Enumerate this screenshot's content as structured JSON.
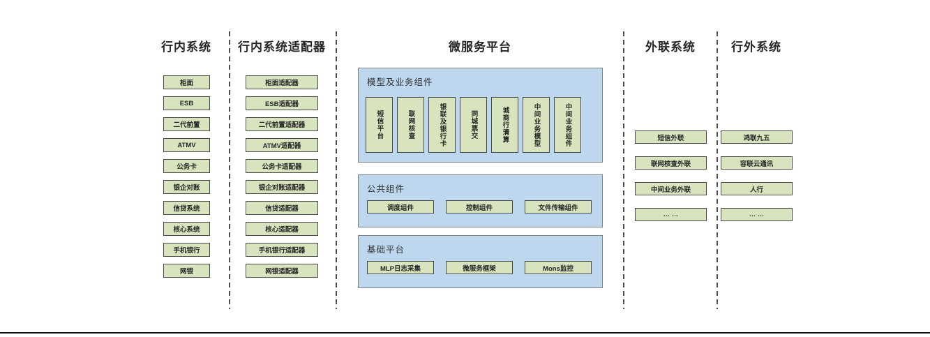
{
  "diagram": {
    "columns": [
      {
        "title": "行内系统",
        "items": [
          "柜面",
          "ESB",
          "二代前置",
          "ATMV",
          "公务卡",
          "银企对账",
          "信贷系统",
          "核心系统",
          "手机银行",
          "网银"
        ]
      },
      {
        "title": "行内系统适配器",
        "items": [
          "柜面适配器",
          "ESB适配器",
          "二代前置适配器",
          "ATMV适配器",
          "公务卡适配器",
          "银企对账适配器",
          "信贷适配器",
          "核心适配器",
          "手机银行适配器",
          "网银适配器"
        ]
      },
      {
        "title": "微服务平台",
        "groups": [
          {
            "title": "模型及业务组件",
            "items": [
              "短信平台",
              "联网核查",
              "银联及银行卡",
              "同城票交",
              "城商行清算",
              "中间业务模型",
              "中间业务组件"
            ]
          },
          {
            "title": "公共组件",
            "items": [
              "调度组件",
              "控制组件",
              "文件传输组件"
            ]
          },
          {
            "title": "基础平台",
            "items": [
              "MLP日志采集",
              "微服务框架",
              "Mons监控"
            ]
          }
        ]
      },
      {
        "title": "外联系统",
        "items": [
          "短信外联",
          "联网核查外联",
          "中间业务外联",
          "… …"
        ]
      },
      {
        "title": "行外系统",
        "items": [
          "鸿联九五",
          "容联云通讯",
          "人行",
          "… …"
        ]
      }
    ],
    "colors": {
      "box_green_bg": "#d7e4bd",
      "box_green_border": "#4a4a4a",
      "panel_blue_bg": "#bdd7ee",
      "panel_blue_border": "#808080",
      "divider": "#4d4d4d",
      "baseline": "#111111",
      "text": "#262626"
    }
  }
}
